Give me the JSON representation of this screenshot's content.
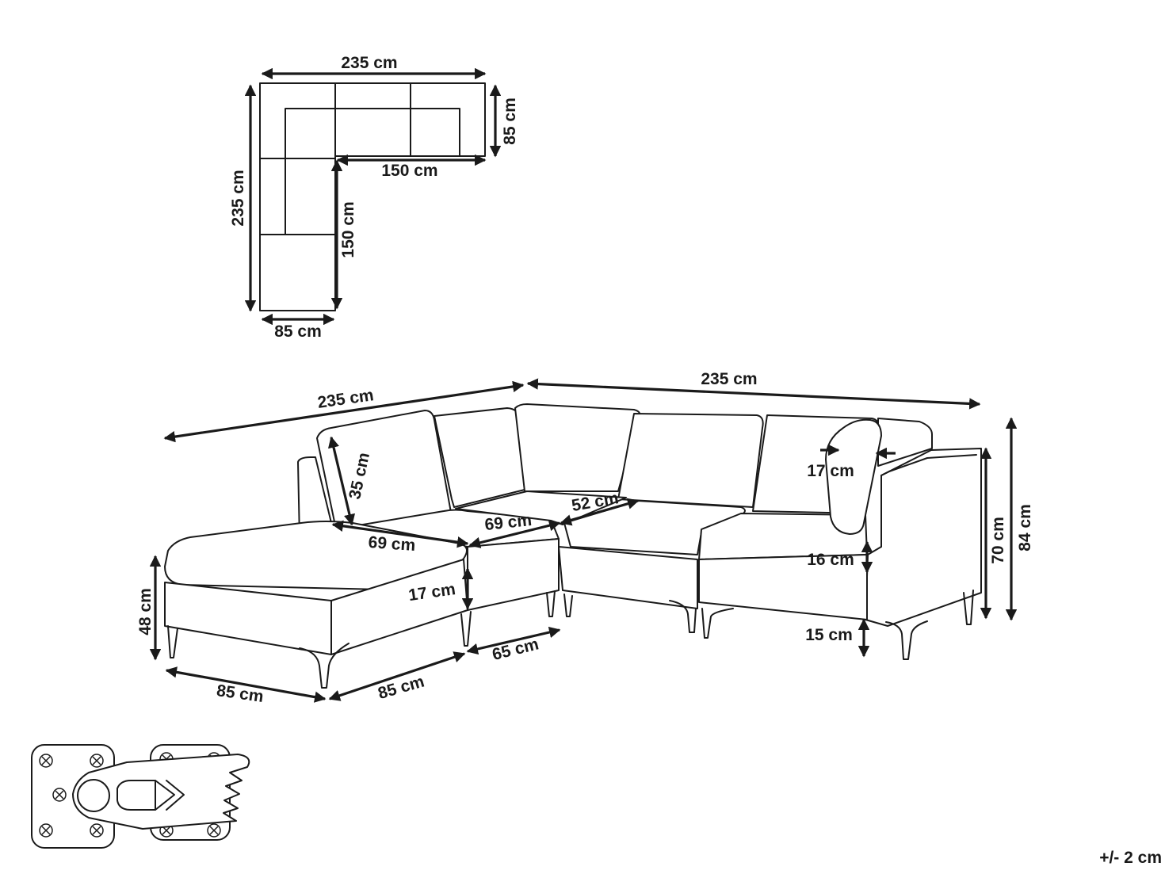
{
  "plan_view": {
    "top_width": "235 cm",
    "right_depth": "85 cm",
    "inner_width": "150 cm",
    "left_height": "235 cm",
    "inner_height": "150 cm",
    "bottom_width": "85 cm"
  },
  "perspective_view": {
    "left_length": "235 cm",
    "right_length": "235 cm",
    "cushion_height": "35 cm",
    "armrest_width": "17 cm",
    "corner_depth": "52 cm",
    "seat_depth_a": "69 cm",
    "seat_depth_b": "69 cm",
    "seat_height_total": "70 cm",
    "back_height_total": "84 cm",
    "seat_thickness": "16 cm",
    "ottoman_cushion": "17 cm",
    "ottoman_height": "48 cm",
    "leg_height": "15 cm",
    "ottoman_width": "85 cm",
    "ottoman_depth": "85 cm",
    "module_depth": "65 cm"
  },
  "tolerance": "+/- 2 cm"
}
